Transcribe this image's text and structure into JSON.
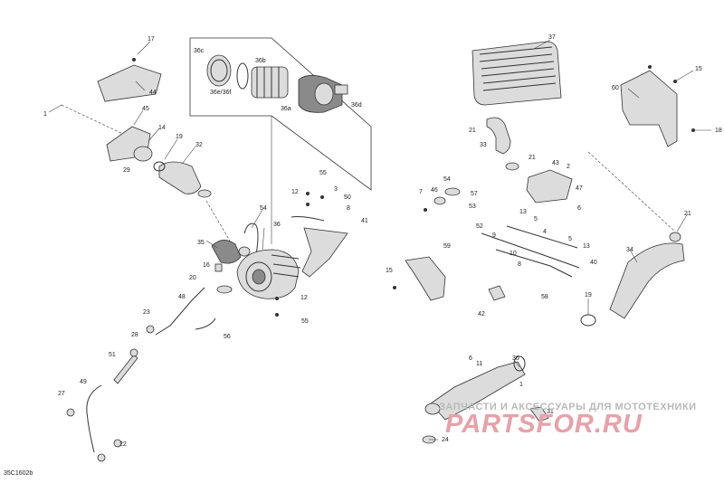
{
  "diagram_code": "35C1602b",
  "watermark": {
    "caption": "ЗАПЧАСТИ И АКСЕССУАРЫ ДЛЯ МОТОТЕХНИКИ",
    "logo": "PARTSFOR.RU",
    "color": "#e8a1a8"
  },
  "callouts": [
    "17",
    "44",
    "1",
    "45",
    "14",
    "29",
    "19",
    "32",
    "36c",
    "36b",
    "36e/36f",
    "36a",
    "36d",
    "12",
    "55",
    "3",
    "50",
    "8",
    "41",
    "54",
    "36",
    "35",
    "16",
    "20",
    "48",
    "12",
    "55",
    "23",
    "28",
    "56",
    "51",
    "49",
    "27",
    "22",
    "37",
    "21",
    "33",
    "21",
    "60",
    "15",
    "18",
    "43",
    "2",
    "47",
    "7",
    "46",
    "54",
    "57",
    "53",
    "6",
    "13",
    "5",
    "52",
    "9",
    "10",
    "4",
    "5",
    "13",
    "40",
    "8",
    "59",
    "15",
    "42",
    "58",
    "21",
    "34",
    "19",
    "30",
    "6",
    "11",
    "1",
    "31",
    "24"
  ]
}
